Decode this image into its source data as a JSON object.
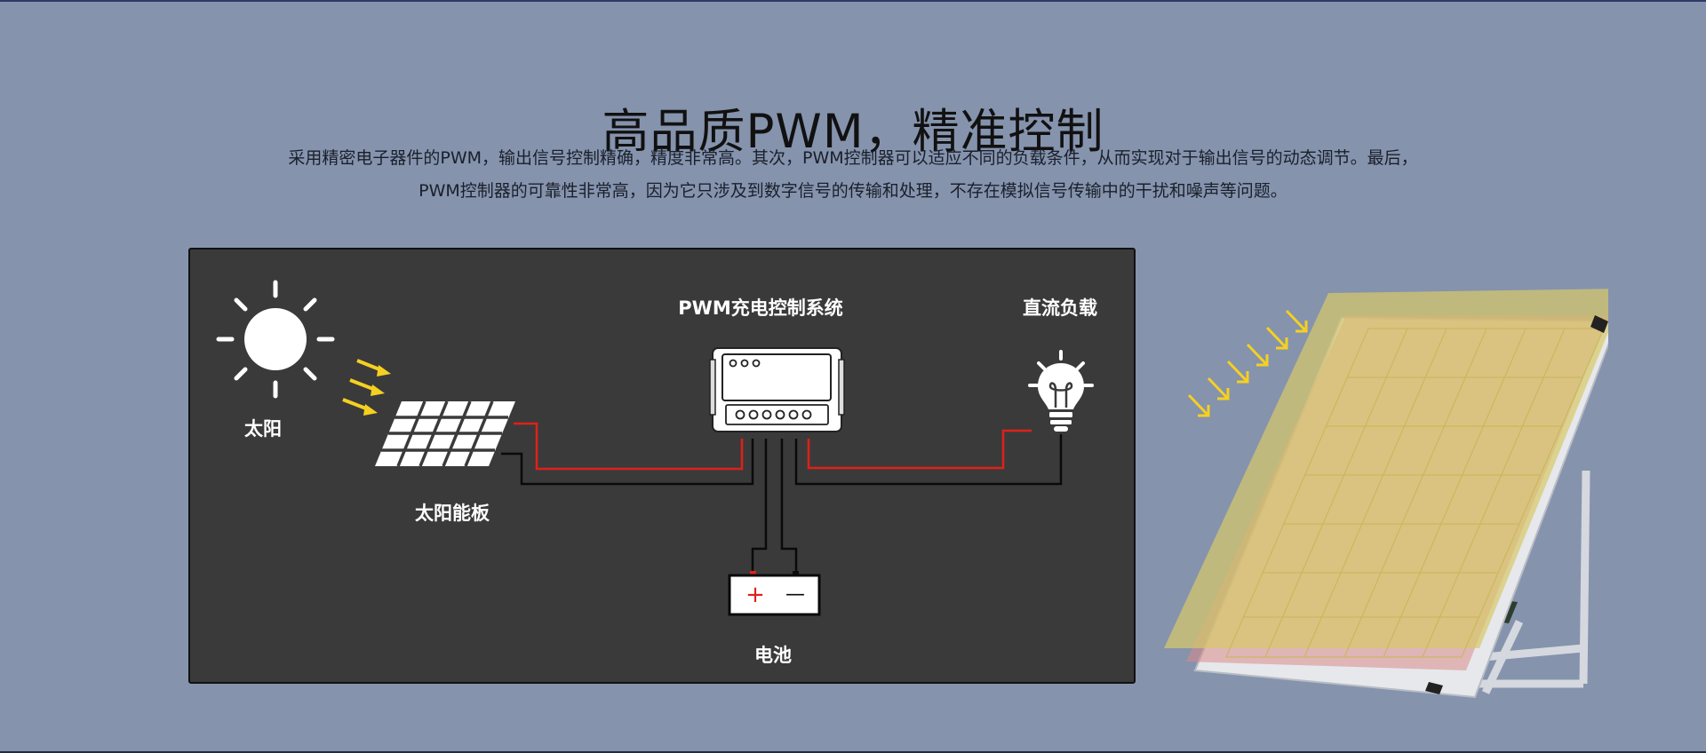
{
  "page": {
    "title": "高品质PWM，精准控制",
    "description_line1": "采用精密电子器件的PWM，输出信号控制精确，精度非常高。其次，PWM控制器可以适应不同的负载条件，从而实现对于输出信号的动态调节。最后，",
    "description_line2": "PWM控制器的可靠性非常高，因为它只涉及到数字信号的传输和处理，不存在模拟信号传输中的干扰和噪声等问题。"
  },
  "diagram": {
    "sun_label": "太阳",
    "panel_label": "太阳能板",
    "controller_label": "PWM充电控制系统",
    "load_label": "直流负载",
    "battery_label": "电池",
    "battery_plus": "+",
    "battery_minus": "—"
  },
  "colors": {
    "background": "#8593ad",
    "panel_bg": "#3a3a3b",
    "wire_red": "#e02018",
    "wire_black": "#0a0a0a",
    "arrow_yellow": "#f5d020"
  },
  "icons": [
    "sun-icon",
    "solar-panel-icon",
    "controller-icon",
    "light-bulb-icon",
    "battery-icon",
    "sun-ray-arrows-icon"
  ]
}
